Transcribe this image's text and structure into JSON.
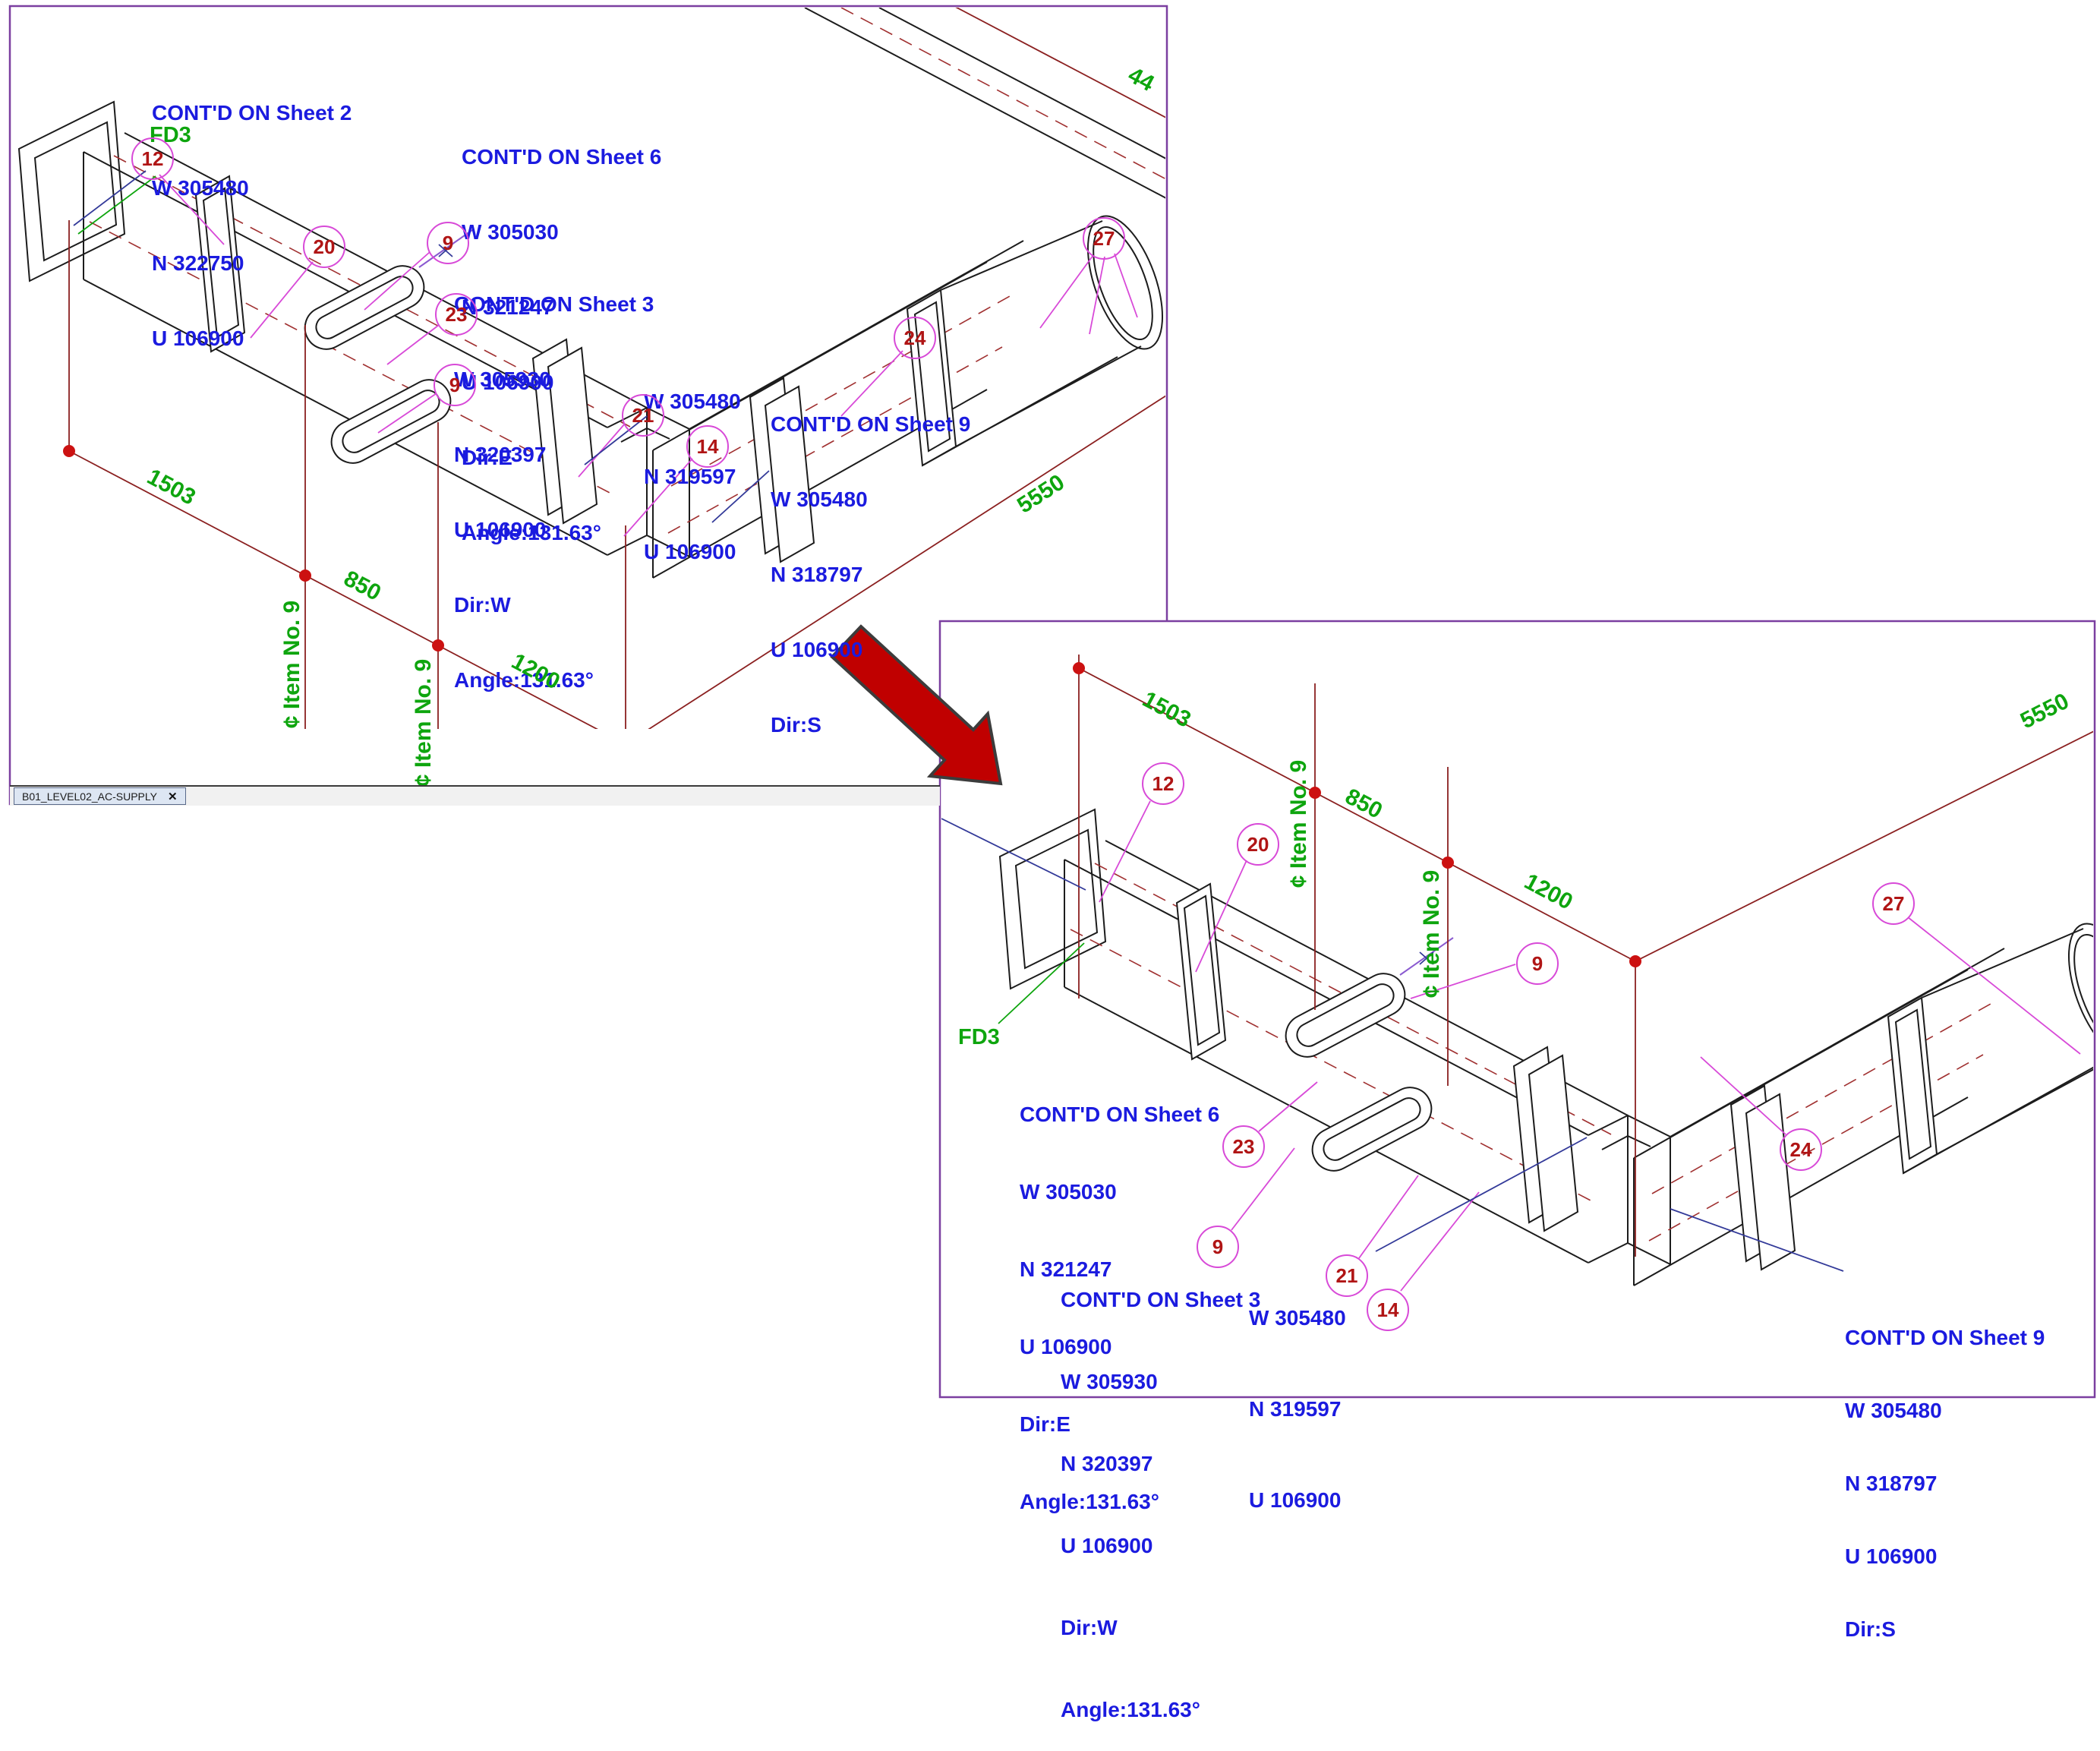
{
  "tab": {
    "label": "B01_LEVEL02_AC-SUPPLY",
    "close": "✕"
  },
  "notes": {
    "sheet2": {
      "title": "CONT'D ON Sheet 2",
      "w": "W 305480",
      "n": "N 322750",
      "u": "U 106900"
    },
    "sheet6": {
      "title": "CONT'D ON Sheet 6",
      "w": "W 305030",
      "n": "N 321247",
      "u": "U 106900",
      "dir": "Dir:E",
      "angle": "Angle:131.63°"
    },
    "sheet3": {
      "title": "CONT'D ON Sheet 3",
      "w": "W 305930",
      "n": "N 320397",
      "u": "U 106900",
      "dir": "Dir:W",
      "angle": "Angle:131.63°"
    },
    "sheet9": {
      "title": "CONT'D ON Sheet 9",
      "w": "W 305480",
      "n": "N 318797",
      "u": "U 106900",
      "dir": "Dir:S"
    },
    "coord": {
      "w": "W 305480",
      "n": "N 319597",
      "u": "U 106900"
    }
  },
  "dims": {
    "d1503": "1503",
    "d850": "850",
    "d1200": "1200",
    "d5550": "5550",
    "d44": "44",
    "centerline": "¢ Item No. 9",
    "fd3": "FD3"
  },
  "balloons": {
    "b12": "12",
    "b20": "20",
    "b9": "9",
    "b23": "23",
    "b21": "21",
    "b14": "14",
    "b24": "24",
    "b27": "27"
  },
  "colors": {
    "annotation_blue": "#1b1bdf",
    "dimension_green": "#0ea50e",
    "balloon_number_red": "#b01515",
    "balloon_ring_magenta": "#d84ad8",
    "dim_line_maroon": "#8b2020",
    "arrow_red": "#c00000",
    "panel_border_purple": "#7b3fa0"
  }
}
